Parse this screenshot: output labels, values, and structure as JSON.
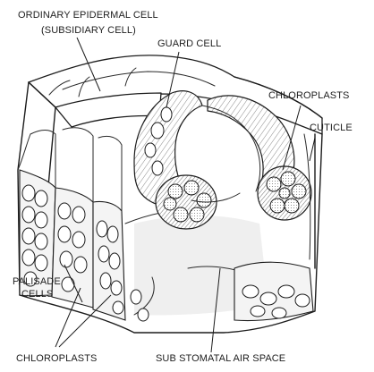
{
  "labels": {
    "ordinary_epidermal_cell": "ORDINARY EPIDERMAL CELL",
    "subsidiary_cell": "(SUBSIDIARY CELL)",
    "guard_cell": "GUARD  CELL",
    "chloroplasts_top": "CHLOROPLASTS",
    "cuticle": "CUTICLE",
    "palisade_line1": "PALISADE",
    "palisade_line2": "CELLS",
    "chloroplasts_bottom": "CHLOROPLASTS",
    "sub_stomatal_air_space": "SUB STOMATAL AIR SPACE"
  }
}
